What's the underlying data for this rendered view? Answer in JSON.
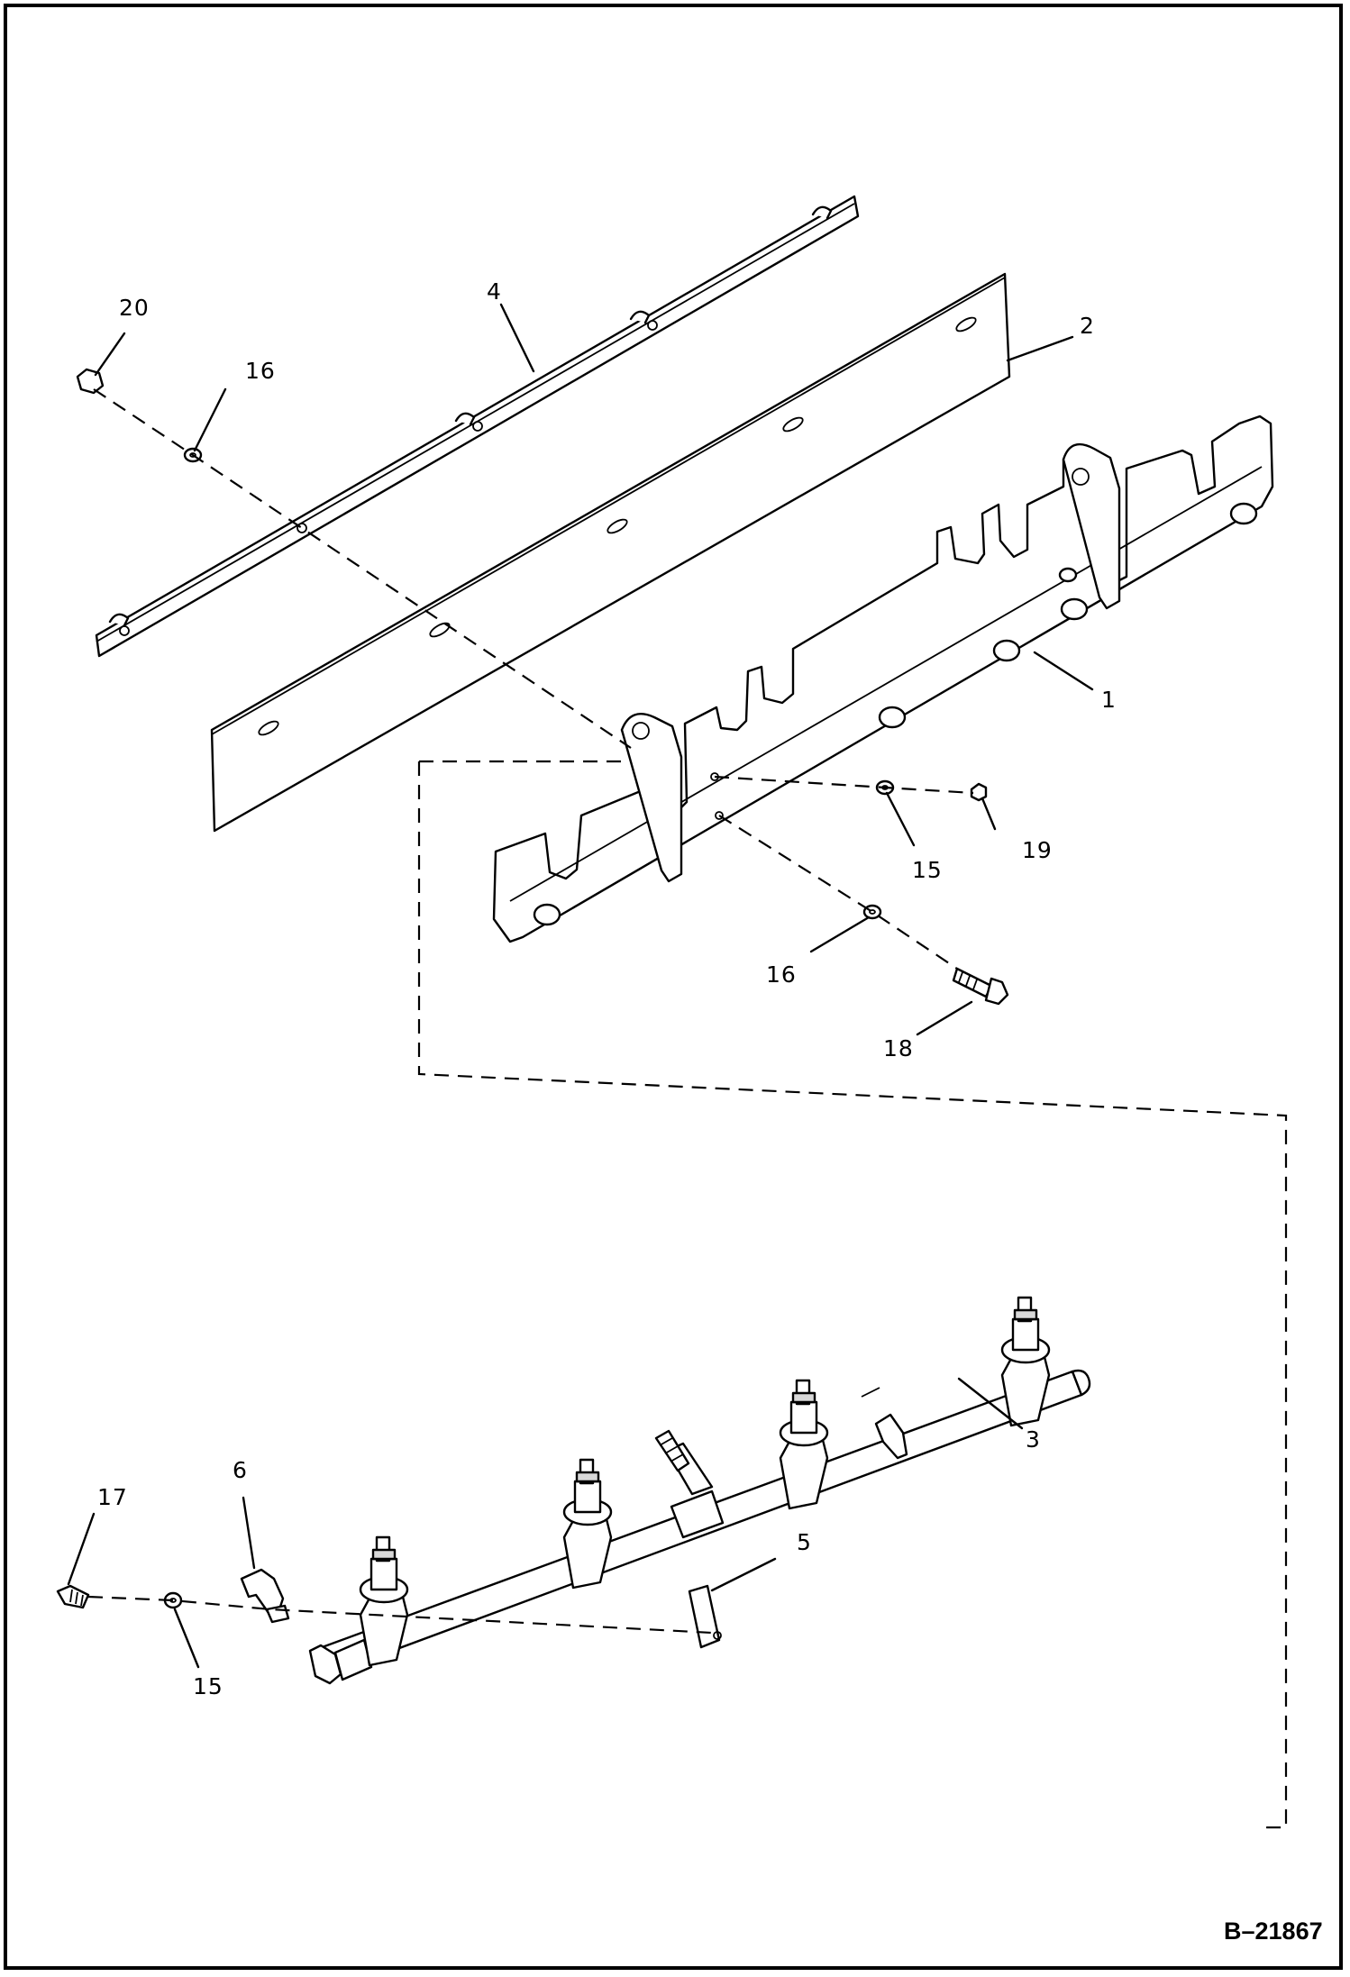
{
  "diagram": {
    "drawing_number": "B–21867",
    "callouts": {
      "c1": "1",
      "c2": "2",
      "c3": "3",
      "c4": "4",
      "c5": "5",
      "c6": "6",
      "c15a": "15",
      "c15b": "15",
      "c16a": "16",
      "c16b": "16",
      "c17": "17",
      "c18": "18",
      "c19": "19",
      "c20": "20"
    }
  }
}
